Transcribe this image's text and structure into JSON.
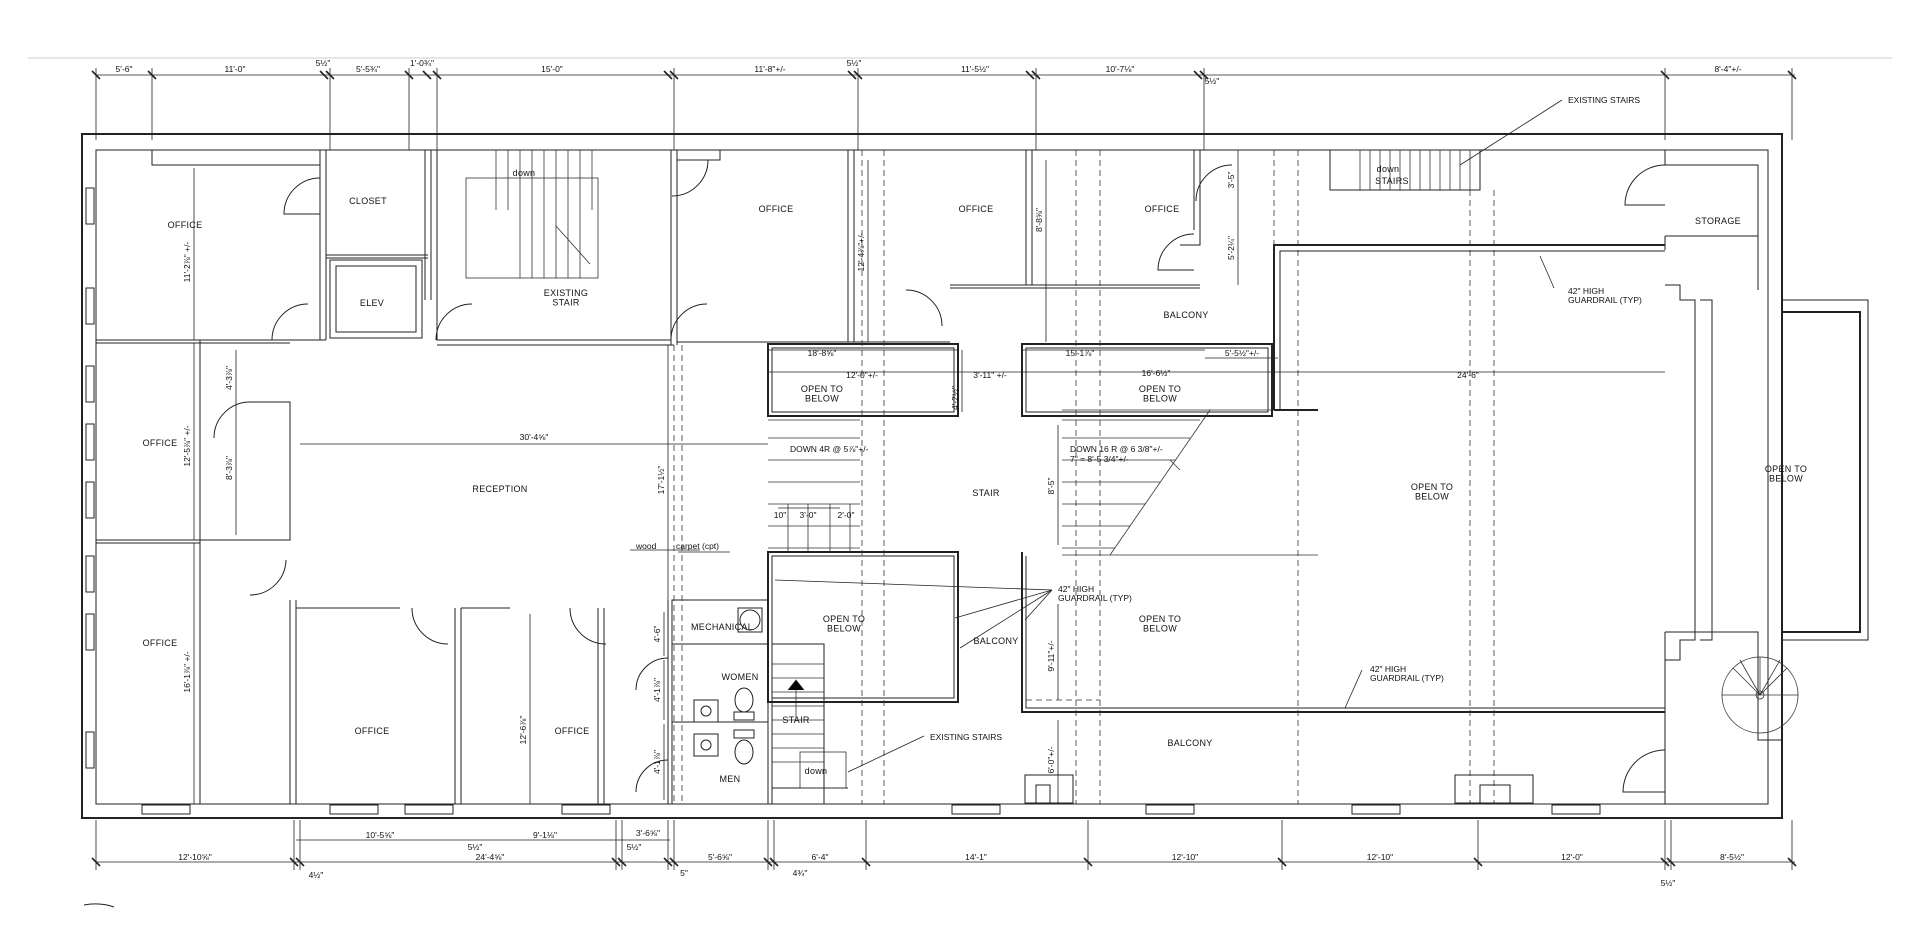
{
  "rooms": {
    "office_nw": "OFFICE",
    "closet": "CLOSET",
    "elev": "ELEV",
    "existing_stair": "EXISTING\nSTAIR",
    "stair_down_1": "down",
    "office_n1": "OFFICE",
    "office_n2": "OFFICE",
    "office_n3": "OFFICE",
    "stairs_n": "STAIRS",
    "stairs_down_2": "down",
    "storage": "STORAGE",
    "balcony_n": "BALCONY",
    "office_w": "OFFICE",
    "reception": "RECEPTION",
    "open_below_1": "OPEN TO\nBELOW",
    "open_below_2": "OPEN TO\nBELOW",
    "open_below_3": "OPEN TO\nBELOW",
    "open_below_4": "OPEN TO\nBELOW",
    "open_below_5": "OPEN TO\nBELOW",
    "open_below_6": "OPEN TO\nBELOW",
    "stair_c": "STAIR",
    "office_sw": "OFFICE",
    "office_s1": "OFFICE",
    "office_s2": "OFFICE",
    "mechanical": "MECHANICAL",
    "women": "WOMEN",
    "men": "MEN",
    "stair_s": "STAIR",
    "stair_down_3": "down",
    "balcony_c": "BALCONY",
    "balcony_s": "BALCONY"
  },
  "notes": {
    "existing_stairs_ne": "EXISTING STAIRS",
    "guardrail_ne": "42\" HIGH\nGUARDRAIL (TYP)",
    "guardrail_c": "42\" HIGH\nGUARDRAIL (TYP)",
    "guardrail_s": "42\" HIGH\nGUARDRAIL (TYP)",
    "existing_stairs_s": "EXISTING STAIRS",
    "down_4r": "DOWN 4R @ 5⅞\"+/-",
    "down_16r": "DOWN 16 R @ 6 3/8\"+/-",
    "down_16r_sub": "7\" = 8'-5 3/4\"+/-",
    "wood": "wood",
    "carpet": "carpet (cpt)"
  },
  "dims_top": [
    "5'-6\"",
    "11'-0\"",
    "5½\"",
    "5'-5¾\"",
    "1'-0¾\"",
    "15'-0\"",
    "11'-8\"+/-",
    "5½\"",
    "11'-5½\"",
    "10'-7⅛\"",
    "5½\"",
    "8'-4\"+/-"
  ],
  "dims_bottom": [
    "12'-10⅝\"",
    "4½\"",
    "10'-5⅝\"",
    "5½\"",
    "24'-4⅝\"",
    "9'-1⅛\"",
    "3'-6⅝\"",
    "5½\"",
    "5'-6⅝\"",
    "5\"",
    "6'-4\"",
    "4¾\"",
    "14'-1\"",
    "12'-10\"",
    "12'-10\"",
    "12'-0\"",
    "8'-5½\"",
    "5½\""
  ],
  "dims_interior": {
    "office_nw_v": "11'-2⅞\" +/-",
    "office_w_v": "12'-5⅞\" +/-",
    "office_sw_v": "16'-1⅞\" +/-",
    "w_closet_v": "4'-3⅞\"",
    "w_closet_v2": "8'-3⅞\"",
    "reception_h": "30'-4⅝\"",
    "reception_v": "17'-1½\"",
    "office_n1_v": "12'-4⅞\"+/-",
    "office_n2_v": "8'-8⅝\"",
    "office_n3_v1": "3'-5\"",
    "office_n3_v2": "5'-2¼\"",
    "d_18_8": "18'-8⅝\"",
    "d_12_0": "12'-0\"+/-",
    "d_3_11": "3'-11\" +/-",
    "d_15_1": "15'-1⅞\"",
    "d_16_6": "16'-6½\"",
    "d_5_5": "5'-5½\"+/-",
    "d_24_6": "24'-6\"",
    "open_v": "4'-2½\"",
    "stair_v": "8'-5\"",
    "d_10": "10\"",
    "d_3_0": "3'-0\"",
    "d_2_0": "2'-0\"",
    "bal_v": "9'-11\"+/-",
    "bal_v2": "6'-0\"+/-",
    "office_s_v": "12'-6⅞\"",
    "mech_v": "4'-6\"",
    "women_v": "4'-1⅞\"",
    "men_v": "4'-1⅞\""
  }
}
